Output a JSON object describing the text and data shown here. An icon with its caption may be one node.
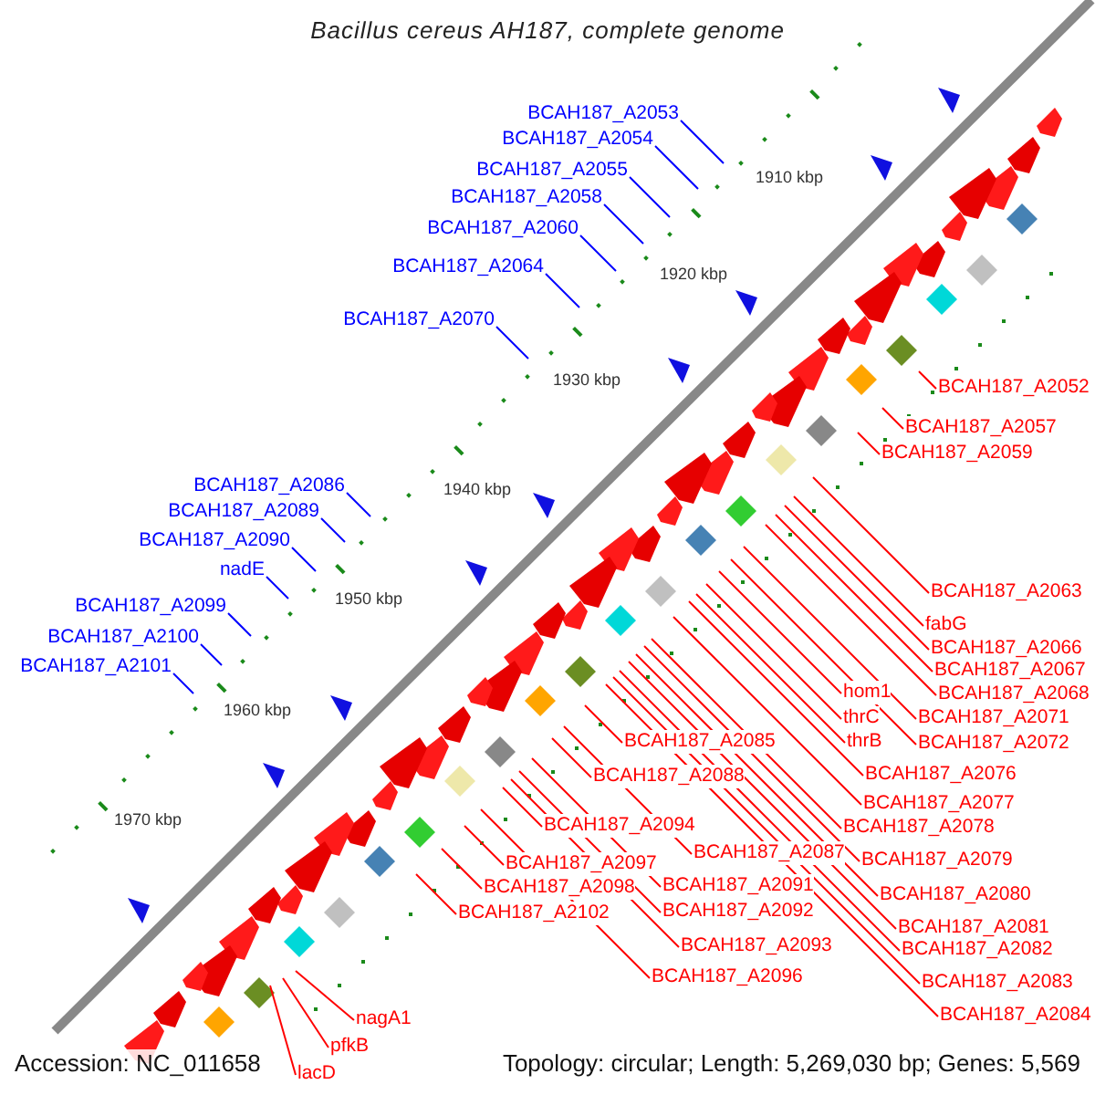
{
  "diagram": {
    "title": "Bacillus cereus AH187, complete genome",
    "nodes": [
      {
        "text": [
          "BCAH187_A2053"
        ]
      },
      {
        "text": [
          "BCAH187_A2054"
        ]
      },
      {
        "text": [
          "BCAH187_A2055"
        ]
      },
      {
        "text": [
          "BCAH187_A2058"
        ]
      },
      {
        "text": [
          "BCAH187_A2060"
        ]
      },
      {
        "text": [
          "BCAH187_A2064"
        ]
      },
      {
        "text": [
          "BCAH187_A2070"
        ]
      },
      {
        "text": [
          "BCAH187_A2086"
        ]
      },
      {
        "text": [
          "BCAH187_A2089"
        ]
      },
      {
        "text": [
          "BCAH187_A2090"
        ]
      },
      {
        "text": [
          "nadE"
        ]
      },
      {
        "text": [
          "BCAH187_A2099"
        ]
      },
      {
        "text": [
          "BCAH187_A2100"
        ]
      },
      {
        "text": [
          "BCAH187_A2101"
        ]
      },
      {
        "text": [
          "BCAH187_A2052"
        ]
      },
      {
        "text": [
          "BCAH187_A2057"
        ]
      },
      {
        "text": [
          "BCAH187_A2059"
        ]
      },
      {
        "text": [
          "BCAH187_A2063"
        ]
      },
      {
        "text": [
          "fabG"
        ]
      },
      {
        "text": [
          "BCAH187_A2066"
        ]
      },
      {
        "text": [
          "BCAH187_A2067"
        ]
      },
      {
        "text": [
          "BCAH187_A2068"
        ]
      },
      {
        "text": [
          "hom1"
        ]
      },
      {
        "text": [
          "BCAH187_A2071"
        ]
      },
      {
        "text": [
          "thrC"
        ]
      },
      {
        "text": [
          "BCAH187_A2072"
        ]
      },
      {
        "text": [
          "thrB"
        ]
      },
      {
        "text": [
          "BCAH187_A2076"
        ]
      },
      {
        "text": [
          "BCAH187_A2085"
        ]
      },
      {
        "text": [
          "BCAH187_A2077"
        ]
      },
      {
        "text": [
          "BCAH187_A2088"
        ]
      },
      {
        "text": [
          "BCAH187_A2078"
        ]
      },
      {
        "text": [
          "BCAH187_A2094"
        ]
      },
      {
        "text": [
          "BCAH187_A2087"
        ]
      },
      {
        "text": [
          "BCAH187_A2079"
        ]
      },
      {
        "text": [
          "BCAH187_A2097"
        ]
      },
      {
        "text": [
          "BCAH187_A2091"
        ]
      },
      {
        "text": [
          "BCAH187_A2080"
        ]
      },
      {
        "text": [
          "BCAH187_A2098"
        ]
      },
      {
        "text": [
          "BCAH187_A2092"
        ]
      },
      {
        "text": [
          "BCAH187_A2102"
        ]
      },
      {
        "text": [
          "BCAH187_A2081"
        ]
      },
      {
        "text": [
          "BCAH187_A2093"
        ]
      },
      {
        "text": [
          "BCAH187_A2082"
        ]
      },
      {
        "text": [
          "BCAH187_A2096"
        ]
      },
      {
        "text": [
          "BCAH187_A2083"
        ]
      },
      {
        "text": [
          "BCAH187_A2084"
        ]
      },
      {
        "text": [
          "nagA1"
        ]
      },
      {
        "text": [
          "pfkB"
        ]
      },
      {
        "text": [
          "lacD"
        ]
      }
    ],
    "edges": [
      {
        "from": 0,
        "to": null,
        "arrow": "none",
        "color": "#0000ff"
      },
      {
        "from": 1,
        "to": null,
        "arrow": "none",
        "color": "#0000ff"
      },
      {
        "from": 2,
        "to": null,
        "arrow": "none",
        "color": "#0000ff"
      },
      {
        "from": 3,
        "to": null,
        "arrow": "none",
        "color": "#0000ff"
      },
      {
        "from": 4,
        "to": null,
        "arrow": "none",
        "color": "#0000ff"
      },
      {
        "from": 5,
        "to": null,
        "arrow": "none",
        "color": "#0000ff"
      },
      {
        "from": 6,
        "to": null,
        "arrow": "none",
        "color": "#0000ff"
      },
      {
        "from": 7,
        "to": null,
        "arrow": "none",
        "color": "#0000ff"
      },
      {
        "from": 8,
        "to": null,
        "arrow": "none",
        "color": "#0000ff"
      },
      {
        "from": 9,
        "to": null,
        "arrow": "none",
        "color": "#0000ff"
      },
      {
        "from": 10,
        "to": null,
        "arrow": "none",
        "color": "#0000ff"
      },
      {
        "from": 11,
        "to": null,
        "arrow": "none",
        "color": "#0000ff"
      },
      {
        "from": 12,
        "to": null,
        "arrow": "none",
        "color": "#0000ff"
      },
      {
        "from": 13,
        "to": null,
        "arrow": "none",
        "color": "#0000ff"
      },
      {
        "from": 14,
        "to": null,
        "arrow": "none"
      },
      {
        "from": 15,
        "to": null,
        "arrow": "none"
      },
      {
        "from": 16,
        "to": null,
        "arrow": "none"
      },
      {
        "from": 17,
        "to": null,
        "arrow": "none"
      },
      {
        "from": 18,
        "to": null,
        "arrow": "none"
      },
      {
        "from": 19,
        "to": null,
        "arrow": "none"
      },
      {
        "from": 20,
        "to": null,
        "arrow": "none"
      },
      {
        "from": 21,
        "to": null,
        "arrow": "none"
      },
      {
        "from": 22,
        "to": null,
        "arrow": "none"
      },
      {
        "from": 23,
        "to": null,
        "arrow": "none"
      },
      {
        "from": 24,
        "to": null,
        "arrow": "none"
      },
      {
        "from": 25,
        "to": null,
        "arrow": "none"
      },
      {
        "from": 26,
        "to": null,
        "arrow": "none"
      },
      {
        "from": 27,
        "to": null,
        "arrow": "none"
      },
      {
        "from": 28,
        "to": null,
        "arrow": "none"
      },
      {
        "from": 29,
        "to": null,
        "arrow": "none"
      },
      {
        "from": 30,
        "to": null,
        "arrow": "none"
      },
      {
        "from": 31,
        "to": null,
        "arrow": "none"
      },
      {
        "from": 32,
        "to": null,
        "arrow": "none"
      },
      {
        "from": 33,
        "to": null,
        "arrow": "none"
      },
      {
        "from": 34,
        "to": null,
        "arrow": "none"
      },
      {
        "from": 35,
        "to": null,
        "arrow": "none"
      },
      {
        "from": 36,
        "to": null,
        "arrow": "none"
      },
      {
        "from": 37,
        "to": null,
        "arrow": "none"
      },
      {
        "from": 38,
        "to": null,
        "arrow": "none"
      },
      {
        "from": 39,
        "to": null,
        "arrow": "none"
      },
      {
        "from": 40,
        "to": null,
        "arrow": "none"
      },
      {
        "from": 41,
        "to": null,
        "arrow": "none"
      },
      {
        "from": 42,
        "to": null,
        "arrow": "none"
      },
      {
        "from": 43,
        "to": null,
        "arrow": "none"
      },
      {
        "from": 44,
        "to": null,
        "arrow": "none"
      },
      {
        "from": 45,
        "to": null,
        "arrow": "none"
      },
      {
        "from": 46,
        "to": null,
        "arrow": "none"
      },
      {
        "from": 47,
        "to": null,
        "arrow": "none"
      },
      {
        "from": 48,
        "to": null,
        "arrow": "none"
      },
      {
        "from": 49,
        "to": null,
        "arrow": "none"
      }
    ],
    "labels": [
      "1910 kbp",
      "1920 kbp",
      "1930 kbp",
      "1940 kbp",
      "1950 kbp",
      "1960 kbp",
      "1970 kbp",
      "Accession: NC_011658",
      "Topology: circular; Length: 5,269,030 bp; Genes: 5,569"
    ]
  }
}
